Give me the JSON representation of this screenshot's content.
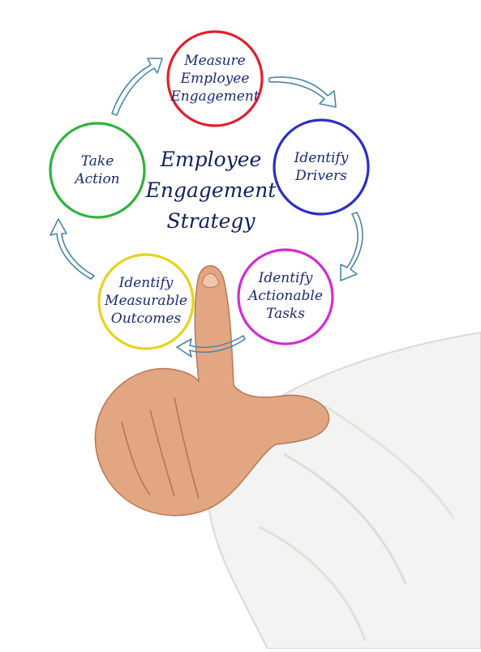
{
  "title": {
    "line1": "Employee",
    "line2": "Engagement",
    "line3": "Strategy"
  },
  "nodes": [
    {
      "id": "measure",
      "lines": [
        "Measure",
        "Employee",
        "Engagement"
      ],
      "color": "#e0202c"
    },
    {
      "id": "drivers",
      "lines": [
        "Identify",
        "Drivers"
      ],
      "color": "#2a2fc4"
    },
    {
      "id": "tasks",
      "lines": [
        "Identify",
        "Actionable",
        "Tasks"
      ],
      "color": "#d32ad6"
    },
    {
      "id": "outcomes",
      "lines": [
        "Identify",
        "Measurable",
        "Outcomes"
      ],
      "color": "#e6d21e"
    },
    {
      "id": "action",
      "lines": [
        "Take",
        "Action"
      ],
      "color": "#2fb33a"
    }
  ],
  "colors": {
    "text": "#1b2a78",
    "arrow": "#4a86a8",
    "sleeve": "#f4f4f2",
    "skin": "#e0a07e"
  }
}
